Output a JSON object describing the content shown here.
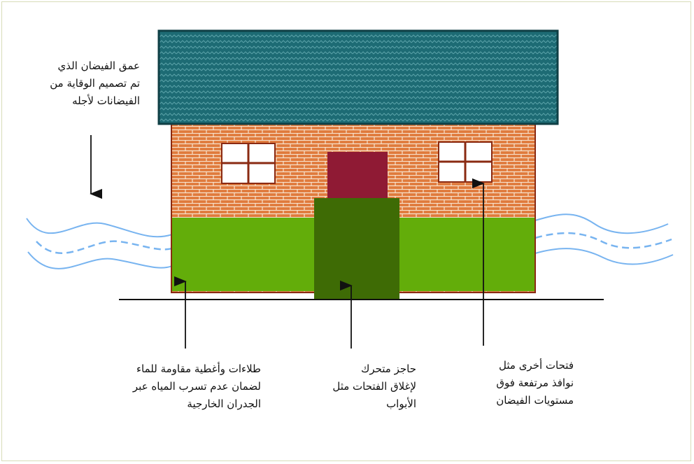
{
  "labels": {
    "flood_depth": "عمق الفيضان الذي\nتم تصميم الوقاية من\nالفيضانات لأجله",
    "coatings": "طلاءات وأغطية مقاومة للماء\nلضمان عدم تسرب المياه عبر\nالجدران الخارجية",
    "barrier": "حاجز متحرك\nلإغلاق الفتحات مثل\nالأبواب",
    "openings": "فتحات أخرى مثل\nنوافذ مرتفعة فوق\nمستويات الفيضان"
  },
  "colors": {
    "roof": "#1d6b74",
    "roof_border": "#0f3f45",
    "brick": "#e07a3c",
    "mortar": "#f7e2cc",
    "door": "#8f1a34",
    "coating": "#63ad0a",
    "barrier": "#3e6b05",
    "water": "#78b4f0",
    "window_glass": "#ffffff",
    "window_frame": "#8a2a12"
  }
}
